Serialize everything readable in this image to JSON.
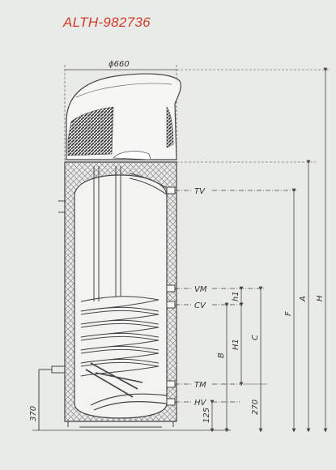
{
  "title": "ALTH-982736",
  "diameter": "ϕ660",
  "connections": {
    "tv": "TV",
    "vm": "VM",
    "cv": "CV",
    "tm": "TM",
    "hv": "HV"
  },
  "dimensions": {
    "h": "H",
    "a": "A",
    "f": "F",
    "c": "C",
    "h1": "H1",
    "h1_small": "h1",
    "b": "B",
    "d270": "270",
    "d125": "125",
    "d370": "370"
  },
  "colors": {
    "paper": "#e9ebe8",
    "line": "#444444",
    "title": "#cf3d2c",
    "insulation_hatch": "#8a8a8a"
  }
}
